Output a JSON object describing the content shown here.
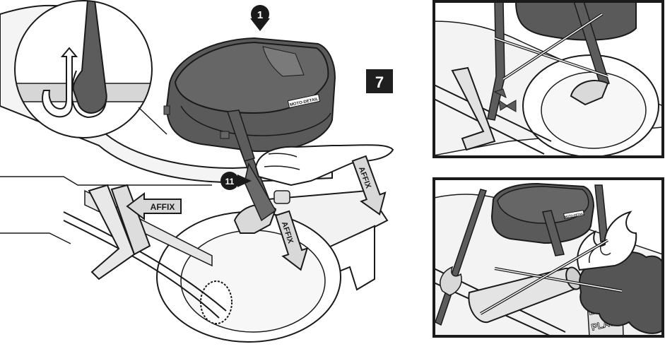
{
  "step": {
    "number": "7",
    "callout_case": "1",
    "callout_strap": "11"
  },
  "labels": {
    "affix_left": "AFFIX",
    "affix_mid": "AFFIX",
    "affix_right": "AFFIX",
    "case_brand": "MOTO-DETAIL",
    "case_brand_small": "MOTO-DETAIL",
    "plate_line1": "LICEN",
    "plate_line2": "PLATE"
  },
  "colors": {
    "case_body": "#5a5a5a",
    "case_lid": "#666666",
    "strap": "#5c5c5c",
    "bike_fill": "#f2f2f2",
    "outline": "#1a1a1a",
    "smoke": "#555555",
    "panel_border": "#1a1a1a",
    "step_badge_bg": "#1f1f1f"
  },
  "icons": {
    "zoom_detail": "loop-through-icon",
    "warning_cut": "scissors-icon",
    "warning_fire": "flame-icon"
  }
}
